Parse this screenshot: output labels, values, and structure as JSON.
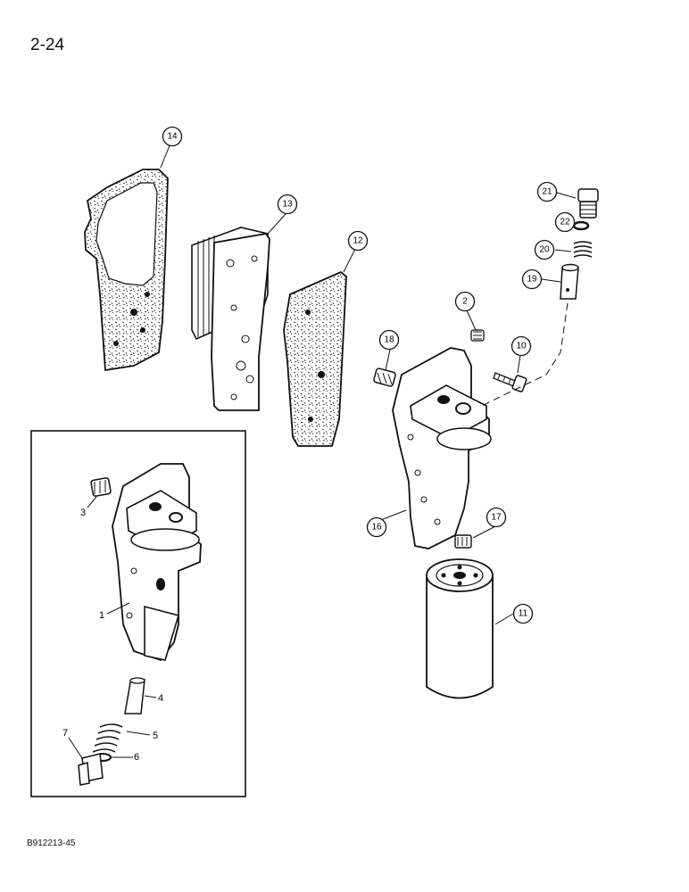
{
  "page": {
    "number": "2-24",
    "figure_code": "B912213-45"
  },
  "callouts": [
    {
      "id": "14",
      "label": "14"
    },
    {
      "id": "13",
      "label": "13"
    },
    {
      "id": "12",
      "label": "12"
    },
    {
      "id": "21",
      "label": "21"
    },
    {
      "id": "22",
      "label": "22"
    },
    {
      "id": "20",
      "label": "20"
    },
    {
      "id": "19",
      "label": "19"
    },
    {
      "id": "2",
      "label": "2"
    },
    {
      "id": "18",
      "label": "18"
    },
    {
      "id": "10",
      "label": "10"
    },
    {
      "id": "16",
      "label": "16"
    },
    {
      "id": "17",
      "label": "17"
    },
    {
      "id": "11",
      "label": "11"
    }
  ],
  "inset_labels": [
    {
      "id": "3",
      "label": "3"
    },
    {
      "id": "1",
      "label": "1"
    },
    {
      "id": "4",
      "label": "4"
    },
    {
      "id": "5",
      "label": "5"
    },
    {
      "id": "7",
      "label": "7"
    },
    {
      "id": "6",
      "label": "6"
    }
  ]
}
